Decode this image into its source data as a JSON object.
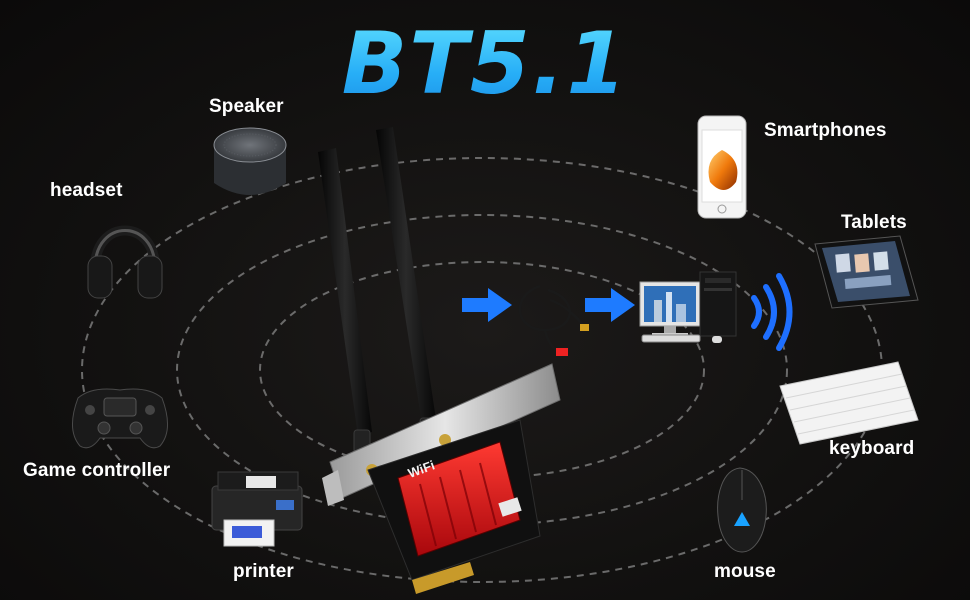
{
  "title": "BT5.1",
  "card_text": "WiFi",
  "devices": {
    "speaker": "Speaker",
    "headset": "headset",
    "game_controller": "Game controller",
    "printer": "printer",
    "smartphones": "Smartphones",
    "tablets": "Tablets",
    "keyboard": "keyboard",
    "mouse": "mouse"
  },
  "colors": {
    "title": "#33c3ff",
    "arrow": "#1e7bff",
    "signal": "#1e6fff",
    "heatsink": "#d8141a",
    "background": "#121110"
  }
}
